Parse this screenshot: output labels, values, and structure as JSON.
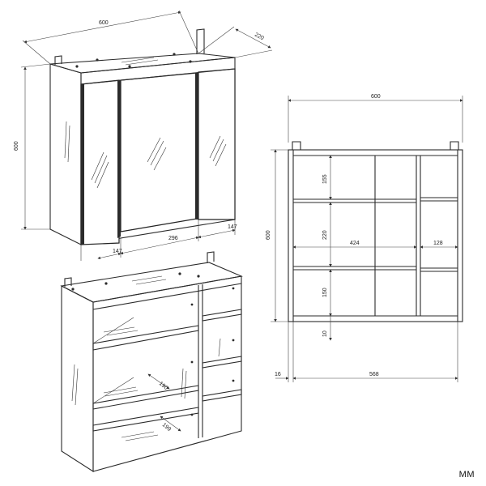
{
  "unit": "MM",
  "dimensions": {
    "iso_width": "600",
    "iso_depth": "220",
    "iso_height": "600",
    "door_left": "147",
    "door_center": "296",
    "door_right": "147",
    "shelf_depth_a": "190",
    "shelf_depth_b": "199",
    "front_width": "600",
    "front_height": "600",
    "shelf_gap_top": "155",
    "shelf_gap_mid": "220",
    "shelf_gap_bottom": "150",
    "bottom_offset": "10",
    "inner_left": "424",
    "inner_right": "128",
    "side_thickness": "16",
    "inner_width": "568"
  },
  "colors": {
    "line": "#2a2a2a",
    "background": "#ffffff"
  }
}
